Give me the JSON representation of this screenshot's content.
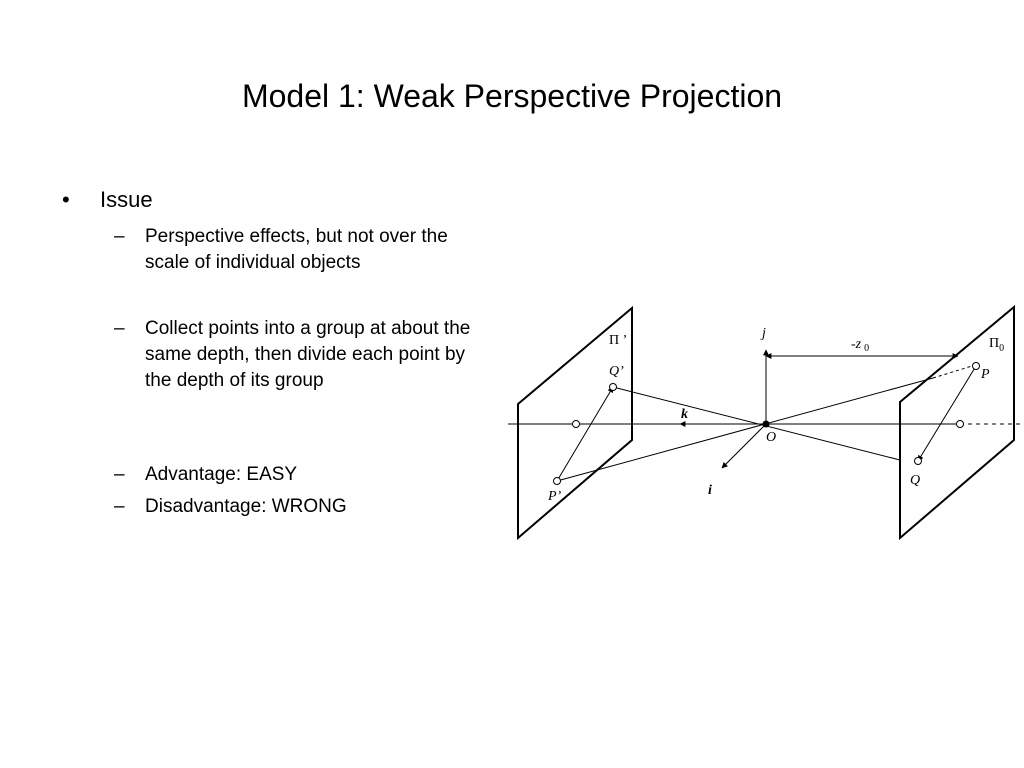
{
  "slide": {
    "title": "Model 1: Weak Perspective Projection"
  },
  "bullets": {
    "issue_marker": "•",
    "issue_label": "Issue",
    "sub_marker": "–",
    "items": [
      "Perspective effects, but not over the scale of individual objects",
      "Collect points into a group at about the same depth, then divide each point by the depth of its group",
      "Advantage: EASY",
      "Disadvantage: WRONG"
    ]
  },
  "diagram": {
    "labels": {
      "pi_prime": "Π ’",
      "pi_zero_base": "Π",
      "pi_zero_sub": "0",
      "q_prime": "Q’",
      "p_prime": "P’",
      "p": "P",
      "q": "Q",
      "j": "j",
      "k": "k",
      "i": "i",
      "o": "O",
      "neg_z0_base": "-z",
      "neg_z0_sub": "0"
    }
  }
}
